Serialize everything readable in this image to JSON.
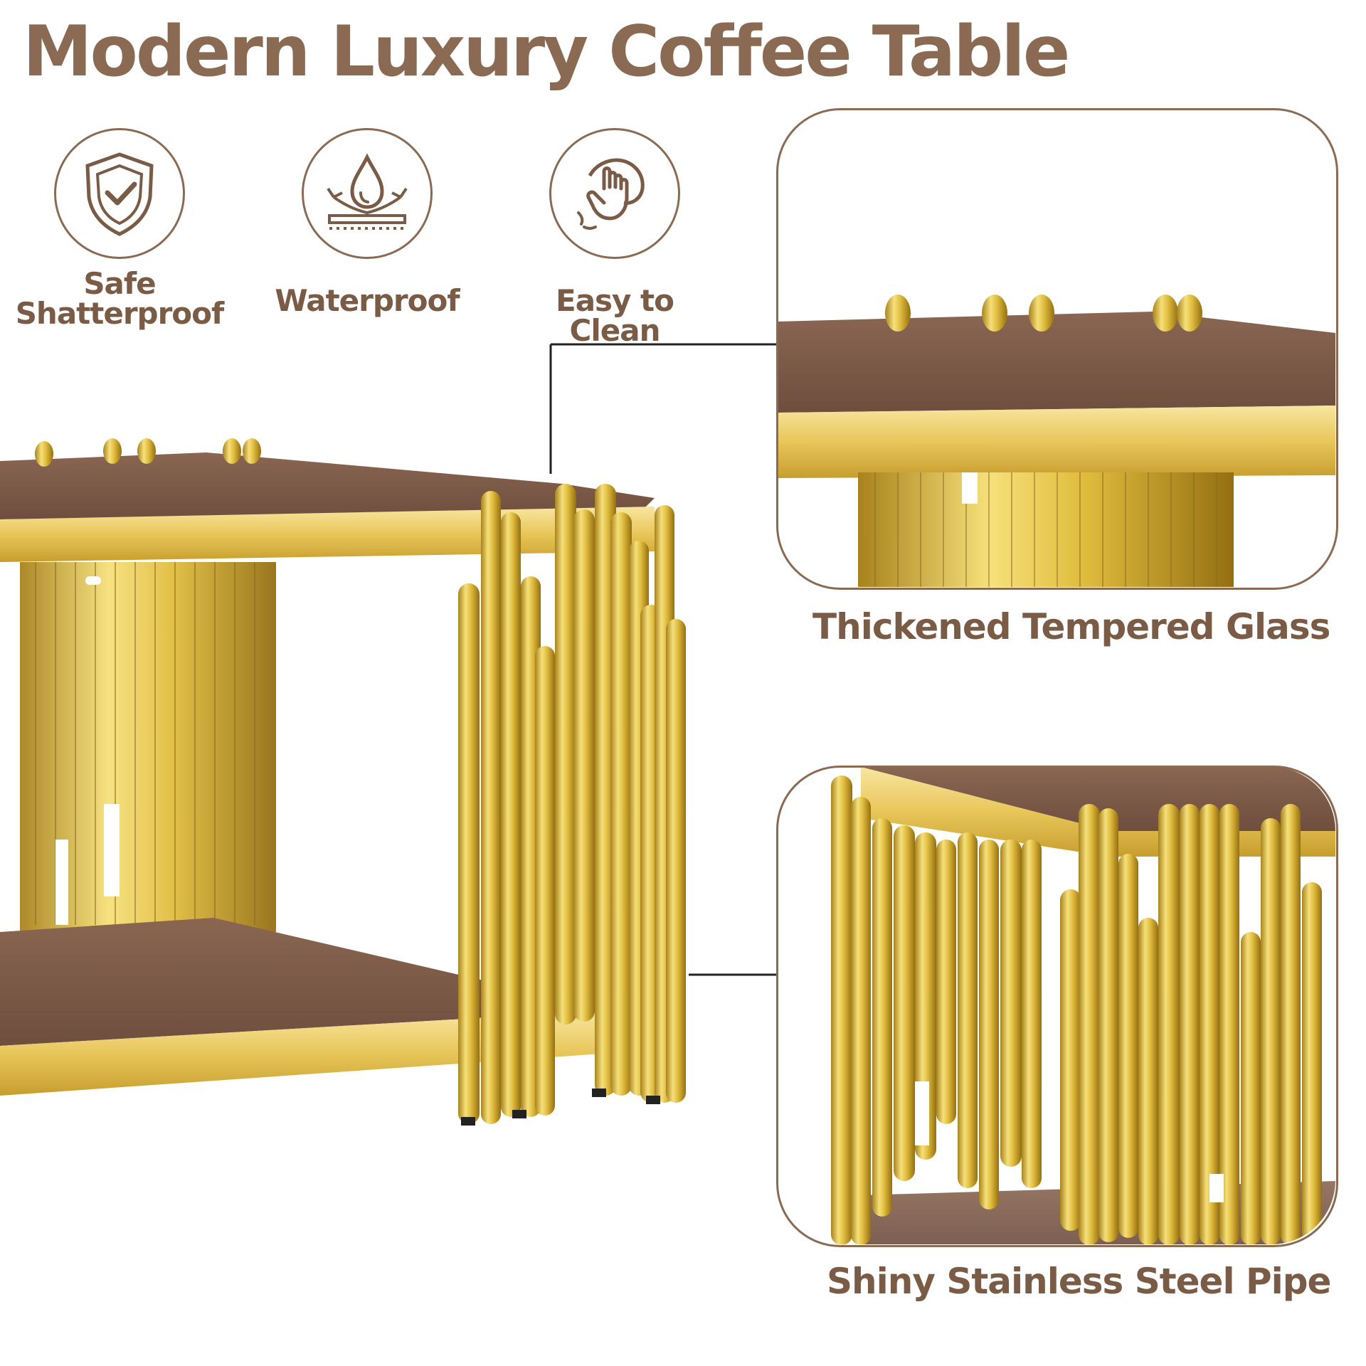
{
  "title": "Modern Luxury Coffee Table",
  "features": [
    {
      "icon": "shield-check-icon",
      "label_line1": "Safe",
      "label_line2": "Shatterproof"
    },
    {
      "icon": "water-drop-icon",
      "label": "Waterproof"
    },
    {
      "icon": "wipe-hand-icon",
      "label": "Easy to Clean"
    }
  ],
  "details": [
    {
      "caption": "Thickened Tempered Glass"
    },
    {
      "caption": "Shiny Stainless Steel Pipe"
    }
  ],
  "colors": {
    "accent_brown": "#8a6a52",
    "glass_brown": "#7a5846",
    "gold": "#d9b43a"
  }
}
